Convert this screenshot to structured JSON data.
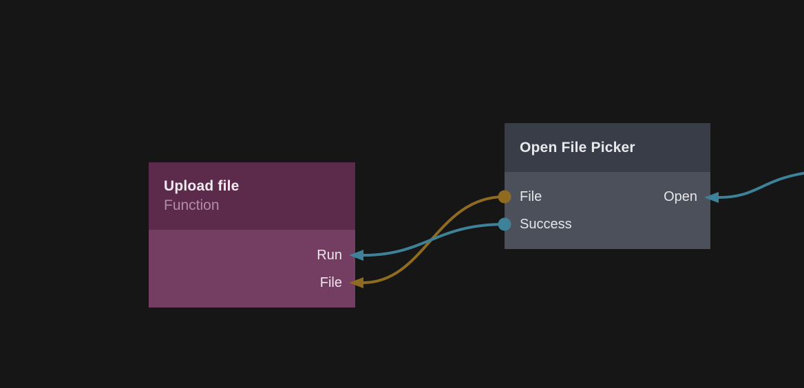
{
  "canvas": {
    "background": "#161617"
  },
  "colors": {
    "teal": "#3e8299",
    "gold": "#8e6b20"
  },
  "nodes": {
    "upload": {
      "title": "Upload file",
      "subtitle": "Function",
      "header_color": "#5c2a4b",
      "body_color": "#743d62",
      "input_ports": [
        {
          "label": "Run",
          "wire_color": "#3e8299"
        },
        {
          "label": "File",
          "wire_color": "#8e6b20"
        }
      ]
    },
    "picker": {
      "title": "Open File Picker",
      "header_color": "#393d48",
      "body_color": "#4c505b",
      "output_ports": [
        {
          "label": "File",
          "dot_color": "#8e6b20"
        },
        {
          "label": "Success",
          "dot_color": "#3e8299"
        }
      ],
      "input_ports": [
        {
          "label": "Open",
          "wire_color": "#3e8299"
        }
      ]
    }
  },
  "edges": [
    {
      "from": "Open File Picker / File",
      "to": "Upload file / File",
      "color": "#8e6b20"
    },
    {
      "from": "Open File Picker / Success",
      "to": "Upload file / Run",
      "color": "#3e8299"
    },
    {
      "from": "offscreen-right",
      "to": "Open File Picker / Open",
      "color": "#3e8299"
    }
  ]
}
